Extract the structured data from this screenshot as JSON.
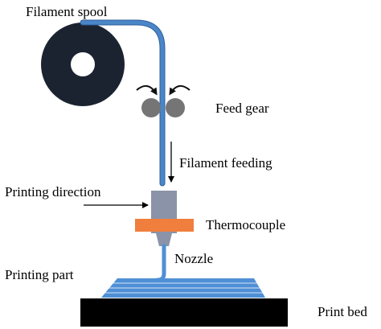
{
  "labels": {
    "filament_spool": "Filament spool",
    "feed_gear": "Feed gear",
    "filament_feeding": "Filament feeding",
    "printing_direction": "Printing direction",
    "thermocouple": "Thermocouple",
    "nozzle": "Nozzle",
    "printing_part": "Printing part",
    "print_bed": "Print bed"
  },
  "colors": {
    "spool": "#1c2330",
    "spool_hub": "#ffffff",
    "filament": "#4a86c8",
    "filament_outline": "#2f5f99",
    "gear": "#757575",
    "rotation_arrow": "#111111",
    "extruder": "#8a93a8",
    "thermocouple": "#f07e3c",
    "print_bed": "#000000",
    "part_layers": "#4f8fd6",
    "arrow": "#000000"
  }
}
